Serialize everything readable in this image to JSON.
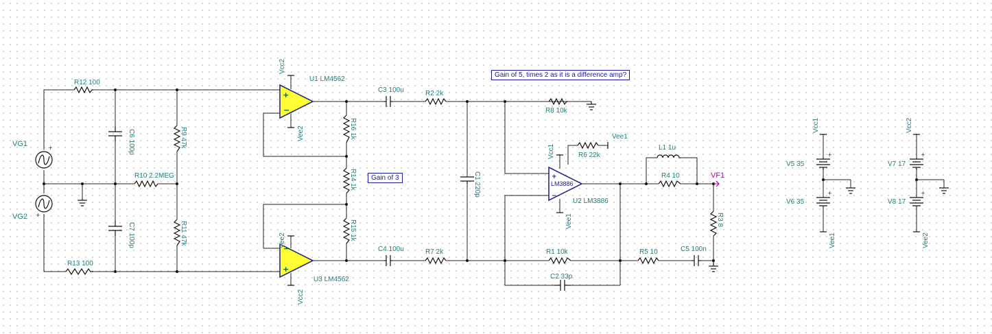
{
  "components": {
    "R12": "R12 100",
    "R13": "R13 100",
    "C6": "C6 100p",
    "C7": "C7 100p",
    "R9": "R9 47k",
    "R10": "R10 2.2MEG",
    "R11": "R11 47k",
    "R16": "R16 1k",
    "R14": "R14 1k",
    "R15": "R15 1k",
    "U1": "U1 LM4562",
    "U3": "U3 LM4562",
    "C3": "C3 100u",
    "C4": "C4 100u",
    "R2": "R2 2k",
    "R7": "R7 2k",
    "C1": "C1 220p",
    "R8": "R8 10k",
    "R6": "R6 22k",
    "R1": "R1 10k",
    "C2": "C2 33p",
    "U2": "U2 LM3886",
    "U2_body": "LM3886",
    "L1": "L1 1u",
    "R4": "R4 10",
    "R5": "R5 10",
    "C5": "C5 100n",
    "R3": "R3 8",
    "V5": "V5 35",
    "V6": "V6 35",
    "V7": "V7 17",
    "V8": "V8 17"
  },
  "sources": {
    "VG1": "VG1",
    "VG2": "VG2",
    "VF1": "VF1"
  },
  "nets": {
    "vcc1": "Vcc1",
    "vcc2": "Vcc2",
    "vee1": "Vee1",
    "vee2": "Vee2"
  },
  "notes": {
    "gain3": "Gain of 3",
    "gain5": "Gain of 5, times 2 as it is a difference amp?"
  },
  "colors": {
    "opamp_fill": "#ffff33",
    "opamp_outline": "#1a1a80",
    "label": "#1f7f7f",
    "probe": "#b000b0",
    "note": "#1a1aa0"
  }
}
